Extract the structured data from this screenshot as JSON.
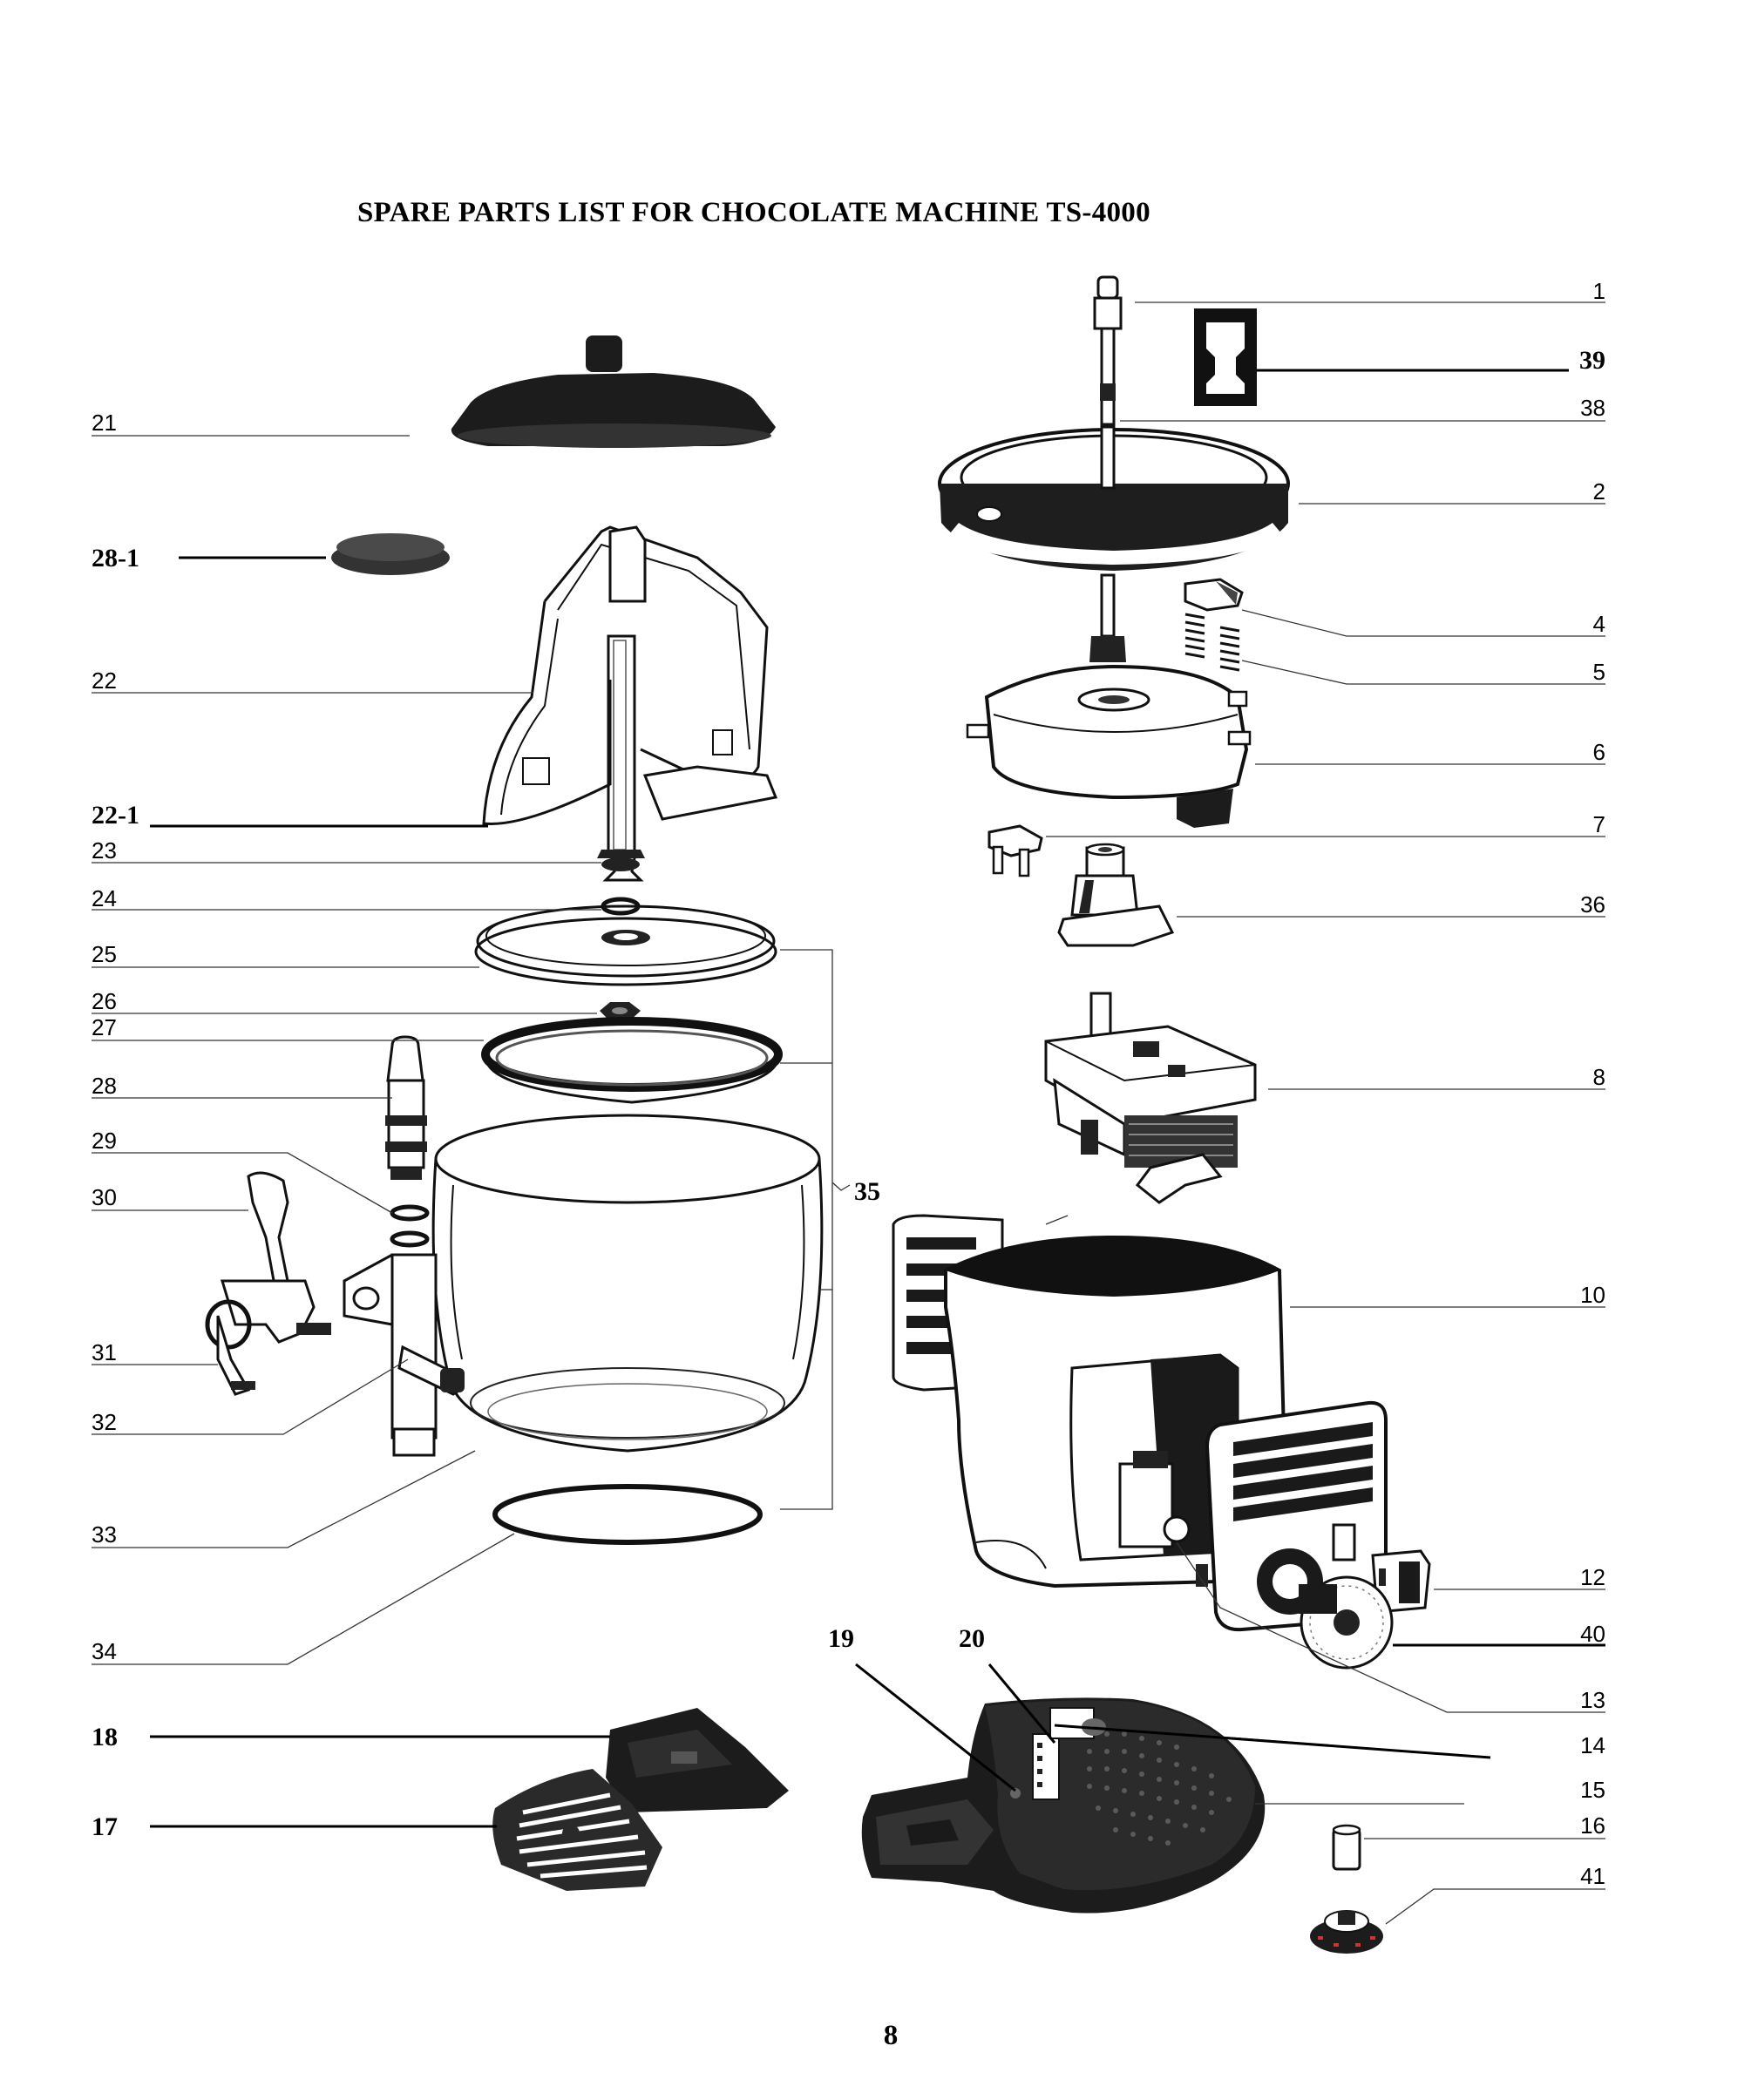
{
  "title": "SPARE PARTS LIST FOR CHOCOLATE MACHINE TS-4000",
  "page_number": "8",
  "part_labels": {
    "p1": "1",
    "p2": "2",
    "p4": "4",
    "p5": "5",
    "p6": "6",
    "p7": "7",
    "p8": "8",
    "p10": "10",
    "p12": "12",
    "p13": "13",
    "p14": "14",
    "p15": "15",
    "p16": "16",
    "p17": "17",
    "p18": "18",
    "p19": "19",
    "p20": "20",
    "p21": "21",
    "p22": "22",
    "p22_1": "22-1",
    "p23": "23",
    "p24": "24",
    "p25": "25",
    "p26": "26",
    "p27": "27",
    "p28": "28",
    "p28_1": "28-1",
    "p29": "29",
    "p30": "30",
    "p31": "31",
    "p32": "32",
    "p33": "33",
    "p34": "34",
    "p35": "35",
    "p36": "36",
    "p38": "38",
    "p39": "39",
    "p40": "40",
    "p41": "41"
  },
  "colors": {
    "ink": "#111111",
    "fill_dark": "#1c1c1c",
    "fill_gray": "#3a3a3a",
    "background": "#ffffff"
  },
  "icons": [
    "lid-icon",
    "stirrer-icon",
    "bowl-icon",
    "tap-icon",
    "motor-icon",
    "housing-icon",
    "base-icon",
    "drip-tray-icon",
    "thermostat-knob-icon"
  ]
}
